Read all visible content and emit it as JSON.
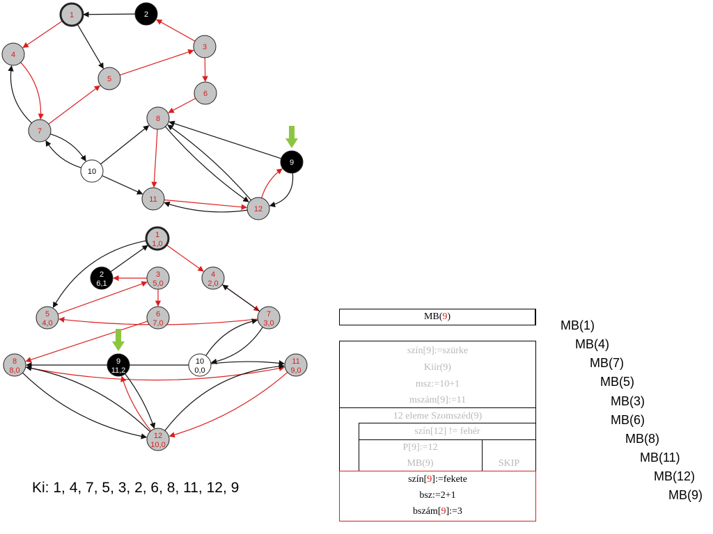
{
  "graph1": {
    "nodes": [
      {
        "id": "1",
        "label": "1",
        "fill": "gray",
        "text": "red",
        "thick": true
      },
      {
        "id": "2",
        "label": "2",
        "fill": "black",
        "text": "white",
        "thick": false
      },
      {
        "id": "3",
        "label": "3",
        "fill": "gray",
        "text": "red",
        "thick": false
      },
      {
        "id": "4",
        "label": "4",
        "fill": "gray",
        "text": "red",
        "thick": false
      },
      {
        "id": "5",
        "label": "5",
        "fill": "gray",
        "text": "red",
        "thick": false
      },
      {
        "id": "6",
        "label": "6",
        "fill": "gray",
        "text": "red",
        "thick": false
      },
      {
        "id": "7",
        "label": "7",
        "fill": "gray",
        "text": "red",
        "thick": false
      },
      {
        "id": "8",
        "label": "8",
        "fill": "gray",
        "text": "red",
        "thick": false
      },
      {
        "id": "9",
        "label": "9",
        "fill": "black",
        "text": "white",
        "thick": false
      },
      {
        "id": "10",
        "label": "10",
        "fill": "white",
        "text": "black",
        "thick": false
      },
      {
        "id": "11",
        "label": "11",
        "fill": "gray",
        "text": "red",
        "thick": false
      },
      {
        "id": "12",
        "label": "12",
        "fill": "gray",
        "text": "red",
        "thick": false
      }
    ],
    "edges": [
      {
        "from": "1",
        "to": "4",
        "color": "red"
      },
      {
        "from": "1",
        "to": "5",
        "color": "black"
      },
      {
        "from": "2",
        "to": "1",
        "color": "black"
      },
      {
        "from": "3",
        "to": "2",
        "color": "red"
      },
      {
        "from": "3",
        "to": "6",
        "color": "red"
      },
      {
        "from": "5",
        "to": "3",
        "color": "red"
      },
      {
        "from": "4",
        "to": "7",
        "color": "red"
      },
      {
        "from": "7",
        "to": "4",
        "color": "black"
      },
      {
        "from": "7",
        "to": "5",
        "color": "red"
      },
      {
        "from": "7",
        "to": "10",
        "color": "black"
      },
      {
        "from": "10",
        "to": "7",
        "color": "black"
      },
      {
        "from": "6",
        "to": "8",
        "color": "red"
      },
      {
        "from": "10",
        "to": "8",
        "color": "black"
      },
      {
        "from": "10",
        "to": "11",
        "color": "black"
      },
      {
        "from": "8",
        "to": "11",
        "color": "red"
      },
      {
        "from": "8",
        "to": "12",
        "color": "black"
      },
      {
        "from": "12",
        "to": "8",
        "color": "black"
      },
      {
        "from": "9",
        "to": "8",
        "color": "black"
      },
      {
        "from": "11",
        "to": "12",
        "color": "red"
      },
      {
        "from": "12",
        "to": "11",
        "color": "black"
      },
      {
        "from": "12",
        "to": "9",
        "color": "red"
      },
      {
        "from": "9",
        "to": "12",
        "color": "black"
      }
    ],
    "marker_node": "9"
  },
  "graph2": {
    "nodes": [
      {
        "id": "1",
        "label": "1",
        "sub": "1,0",
        "fill": "gray",
        "text": "red",
        "thick": true
      },
      {
        "id": "2",
        "label": "2",
        "sub": "6,1",
        "fill": "black",
        "text": "white",
        "thick": false
      },
      {
        "id": "3",
        "label": "3",
        "sub": "5,0",
        "fill": "gray",
        "text": "red",
        "thick": false
      },
      {
        "id": "4",
        "label": "4",
        "sub": "2,0",
        "fill": "gray",
        "text": "red",
        "thick": false
      },
      {
        "id": "5",
        "label": "5",
        "sub": "4,0",
        "fill": "gray",
        "text": "red",
        "thick": false
      },
      {
        "id": "6",
        "label": "6",
        "sub": "7,0",
        "fill": "gray",
        "text": "red",
        "thick": false
      },
      {
        "id": "7",
        "label": "7",
        "sub": "3,0",
        "fill": "gray",
        "text": "red",
        "thick": false
      },
      {
        "id": "8",
        "label": "8",
        "sub": "8,0",
        "fill": "gray",
        "text": "red",
        "thick": false
      },
      {
        "id": "9",
        "label": "9",
        "sub": "11,2",
        "fill": "black",
        "text": "white",
        "thick": false
      },
      {
        "id": "10",
        "label": "10",
        "sub": "0,0",
        "fill": "white",
        "text": "black",
        "thick": false
      },
      {
        "id": "11",
        "label": "11",
        "sub": "9,0",
        "fill": "gray",
        "text": "red",
        "thick": false
      },
      {
        "id": "12",
        "label": "12",
        "sub": "10,0",
        "fill": "gray",
        "text": "red",
        "thick": false
      }
    ],
    "edges": [
      {
        "from": "2",
        "to": "1",
        "color": "black"
      },
      {
        "from": "1",
        "to": "4",
        "color": "red"
      },
      {
        "from": "1",
        "to": "5",
        "color": "black"
      },
      {
        "from": "3",
        "to": "2",
        "color": "red"
      },
      {
        "from": "5",
        "to": "3",
        "color": "red"
      },
      {
        "from": "3",
        "to": "6",
        "color": "red"
      },
      {
        "from": "4",
        "to": "7",
        "color": "red"
      },
      {
        "from": "7",
        "to": "4",
        "color": "black"
      },
      {
        "from": "7",
        "to": "5",
        "color": "red"
      },
      {
        "from": "6",
        "to": "8",
        "color": "red"
      },
      {
        "from": "10",
        "to": "8",
        "color": "black"
      },
      {
        "from": "10",
        "to": "7",
        "color": "black"
      },
      {
        "from": "7",
        "to": "10",
        "color": "black"
      },
      {
        "from": "10",
        "to": "11",
        "color": "black"
      },
      {
        "from": "8",
        "to": "11",
        "color": "red"
      },
      {
        "from": "8",
        "to": "12",
        "color": "black"
      },
      {
        "from": "12",
        "to": "8",
        "color": "black"
      },
      {
        "from": "9",
        "to": "12",
        "color": "black"
      },
      {
        "from": "12",
        "to": "9",
        "color": "red"
      },
      {
        "from": "11",
        "to": "12",
        "color": "red"
      },
      {
        "from": "12",
        "to": "11",
        "color": "black"
      }
    ],
    "marker_node": "9"
  },
  "output": "Ki: 1, 4, 7, 5, 3, 2, 6, 8, 11, 12, 9",
  "structogram": {
    "title_pre": "MB(",
    "title_arg": "9",
    "title_post": ")",
    "line1": "szín[9]:=szürke",
    "line2": "Kiír(9)",
    "line3": "msz:=10+1",
    "line4": "mszám[9]:=11",
    "loop": "12 eleme Szomszéd(9)",
    "cond": "szín[12] != fehér",
    "then1": "P[9]:=12",
    "then2": "MB(9)",
    "else": "SKIP",
    "f1_pre": "szín[",
    "f1_arg": "9",
    "f1_post": "]:=fekete",
    "f2": "bsz:=2+1",
    "f3_pre": "bszám[",
    "f3_arg": "9",
    "f3_post": "]:=3"
  },
  "calls": [
    "MB(1)",
    "MB(4)",
    "MB(7)",
    "MB(5)",
    "MB(3)",
    "MB(6)",
    "MB(8)",
    "MB(11)",
    "MB(12)",
    "MB(9)"
  ],
  "colors": {
    "node_gray": "#c4c4c4",
    "node_black": "#000000",
    "edge_red": "#dc1e1e",
    "edge_black": "#111111",
    "marker_green": "#8cc63f",
    "label_red": "#d42020",
    "highlight_border": "#d42020"
  }
}
